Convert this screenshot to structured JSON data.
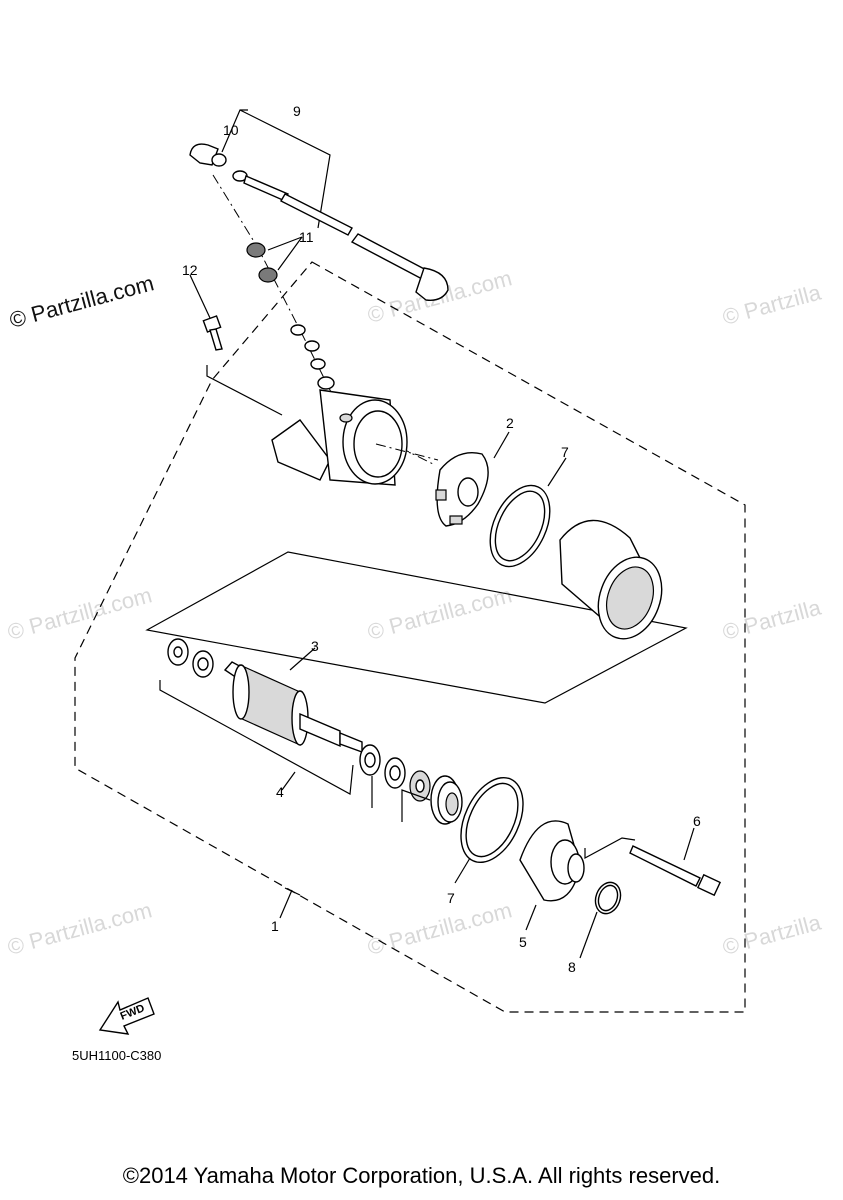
{
  "watermarks": [
    "© Partzilla.com",
    "© Partzilla"
  ],
  "callouts": [
    "1",
    "2",
    "3",
    "4",
    "5",
    "6",
    "7",
    "7",
    "8",
    "9",
    "10",
    "11",
    "12"
  ],
  "diagram_code": "5UH1100-C380",
  "fwd_label": "FWD",
  "copyright": "©2014 Yamaha Motor Corporation, U.S.A. All rights reserved."
}
